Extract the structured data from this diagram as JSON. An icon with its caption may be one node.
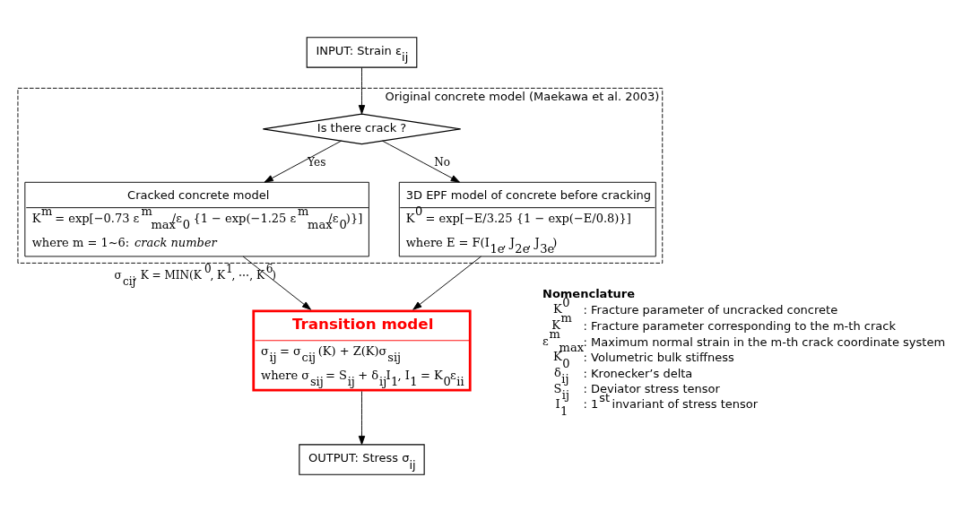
{
  "diagram": {
    "nodes": [
      {
        "text": [
          "INPUT: Strain ε$_{ij}$"
        ]
      },
      {
        "text": [
          "Original concrete model (Maekawa et al. 2003)"
        ]
      },
      {
        "text": [
          "Is there crack ?"
        ],
        "in": 1
      },
      {
        "text": [
          "Cracked concrete model",
          "K$^{m}$ = exp[−0.73 ε$^{m}$$_{max}$/ε$_{0}$ {1 − exp(−1.25 ε$^{m}$$_{max}$/ε$_{0}$)}]",
          "where m = 1~6: *crack number*"
        ],
        "in": 1
      },
      {
        "text": [
          "3D EPF model of concrete before cracking",
          "K$^{0}$ = exp[−E/3.25 {1 − exp(−E/0.8)}]",
          "where E = F(I$_{1e}$, J$_{2e}$, J$_{3e}$)"
        ],
        "in": 1
      },
      {
        "text": [
          "Transition model",
          "σ$_{ij}$ = σ$_{cij}$ (K) + Z(K)σ$_{sij}$",
          "where σ$_{sij}$ = S$_{ij}$ + δ$_{ij}$I$_{1}$, I$_{1}$ = K$_{0}$ε$_{ii}$"
        ]
      },
      {
        "text": [
          "OUTPUT: Stress σ$_{ij}$"
        ]
      }
    ],
    "edges": [
      {
        "from": 0,
        "to": 2,
        "arrow": "to"
      },
      {
        "from": 2,
        "to": 3,
        "arrow": "to",
        "label": "Yes"
      },
      {
        "from": 2,
        "to": 4,
        "arrow": "to",
        "label": "No"
      },
      {
        "from": 3,
        "to": 5,
        "arrow": "to",
        "label": "σ$_{cij}$, K = MIN(K$^{0}$, K$^{1}$, ⋯, K$^{6}$)"
      },
      {
        "from": 4,
        "to": 5,
        "arrow": "to"
      },
      {
        "from": 5,
        "to": 6,
        "arrow": "to"
      }
    ],
    "labels": [
      "Nomenclature",
      "K$^{0}$",
      ": Fracture parameter of uncracked concrete",
      "K$^{m}$",
      ": Fracture parameter corresponding to the m-th crack",
      "ε$^{m}$$_{max}$",
      ": Maximum normal strain in the m-th crack coordinate system",
      "K$_{0}$",
      ": Volumetric bulk stiffness",
      "δ$_{ij}$",
      ": Kronecker’s delta",
      "S$_{ij}$",
      ": Deviator stress tensor",
      "I$_{1}$",
      ": 1$^{st}$ invariant of stress tensor"
    ]
  }
}
